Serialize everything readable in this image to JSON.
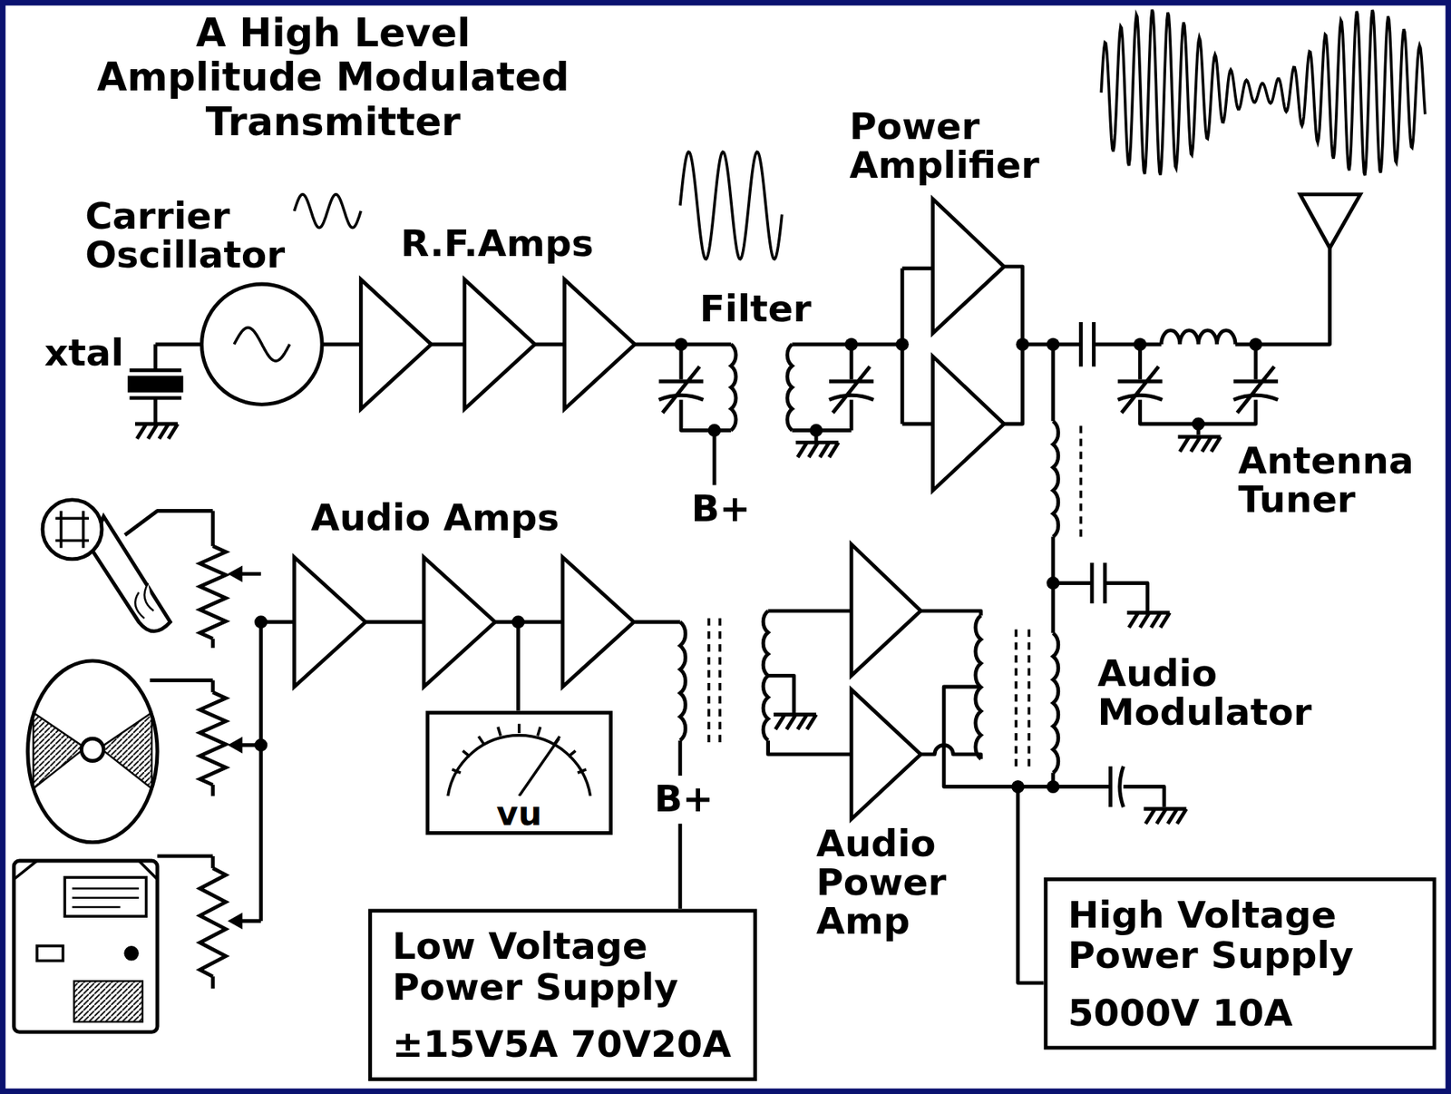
{
  "diagram": {
    "title": "A High Level Amplitude Modulated Transmitter",
    "nodes": [
      {
        "text": [
          "vu"
        ]
      },
      {
        "text": [
          "Low Voltage Power Supply",
          "±15V5A 70V20A"
        ]
      },
      {
        "text": [
          "High Voltage Power Supply",
          "5000V 10A"
        ]
      }
    ],
    "labels": [
      "Carrier Oscillator",
      "xtal",
      "R.F.Amps",
      "Filter",
      "Power Amplifier",
      "B+",
      "Antenna Tuner",
      "Audio Amps",
      "B+",
      "Audio Power Amp",
      "Audio Modulator"
    ]
  }
}
